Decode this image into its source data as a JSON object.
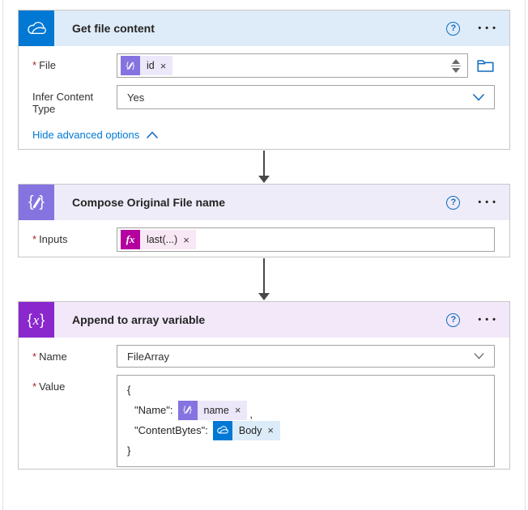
{
  "icons": {
    "help": "?",
    "more": "• • •",
    "close": "×"
  },
  "required_marker": "*",
  "glyphs": {
    "brace_open": "{",
    "brace_close": "}",
    "var_x": "x",
    "fx": "fx"
  },
  "colors": {
    "onedrive_blue": "#0078D4",
    "compose_purple": "#8573E0",
    "variable_purple": "#8A28CE",
    "expression_magenta": "#B4009E",
    "header_blue_bg": "#DEECF9",
    "header_lavender_bg": "#EFECFA",
    "header_purple_bg": "#F2E8FA",
    "link_blue": "#0078D4"
  },
  "card_get_file": {
    "title": "Get file content",
    "file_label": "File",
    "file_token": "id",
    "infer_label": "Infer Content Type",
    "infer_value": "Yes",
    "advanced_link": "Hide advanced options"
  },
  "card_compose": {
    "title": "Compose Original File name",
    "inputs_label": "Inputs",
    "inputs_token": "last(...)"
  },
  "card_append": {
    "title": "Append to array variable",
    "name_label": "Name",
    "name_value": "FileArray",
    "value_label": "Value",
    "json_open": "{",
    "json_name_key": "\"Name\":",
    "json_comma": ",",
    "json_content_key": "\"ContentBytes\":",
    "json_close": "}",
    "name_token": "name",
    "body_token": "Body"
  }
}
